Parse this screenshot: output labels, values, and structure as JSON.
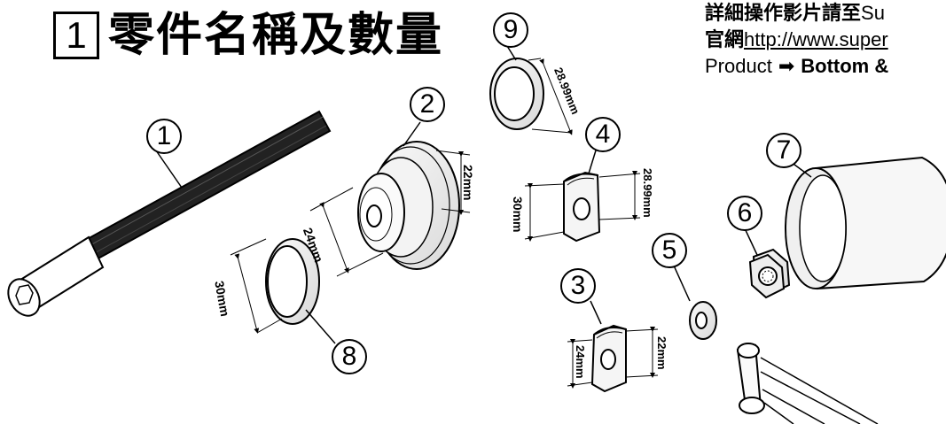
{
  "title": {
    "number": "1",
    "text": "零件名稱及數量"
  },
  "info": {
    "line1_bold": "詳細操作影片請至",
    "line1_rest": "Su",
    "line2_bold": "官網",
    "line2_link": "http://www.super",
    "line3_start": "Product",
    "line3_bold": "Bottom & "
  },
  "parts": {
    "p1": {
      "label": "1"
    },
    "p2": {
      "label": "2",
      "dim_a": "24mm",
      "dim_b": "22mm"
    },
    "p3": {
      "label": "3",
      "dim_a": "24mm",
      "dim_b": "22mm"
    },
    "p4": {
      "label": "4",
      "dim_a": "30mm",
      "dim_b": "28.99mm"
    },
    "p5": {
      "label": "5"
    },
    "p6": {
      "label": "6"
    },
    "p7": {
      "label": "7"
    },
    "p8": {
      "label": "8",
      "dim_a": "30mm"
    },
    "p9": {
      "label": "9",
      "dim_a": "28.99mm"
    }
  }
}
